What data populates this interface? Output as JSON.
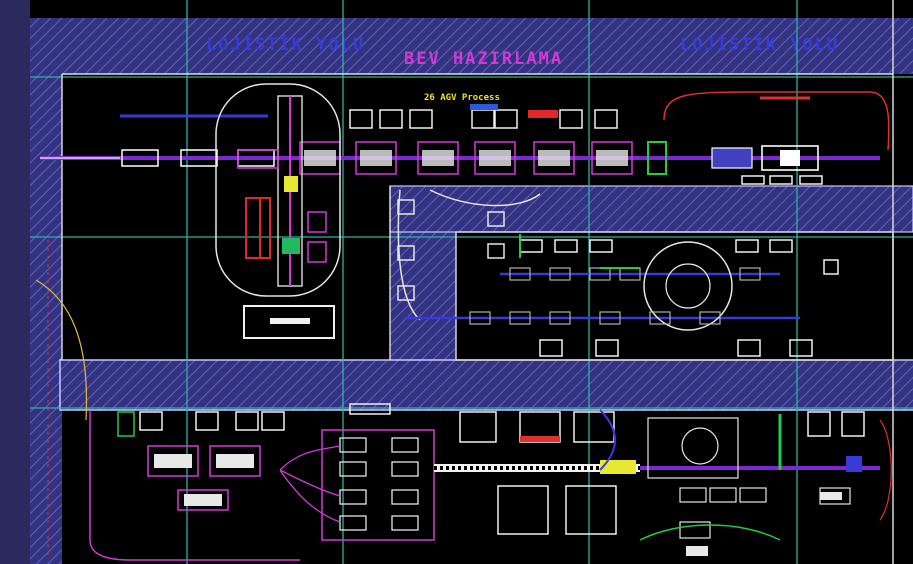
{
  "labels": {
    "logistics_left": "LOJİSTİK YOLU",
    "section_title": "BEV HAZIRLAMA",
    "logistics_right": "LOJİSTİK YOLU",
    "agv_note": "26 AGV Process"
  },
  "colors": {
    "background": "#000000",
    "frame": "#2a2a5e",
    "road_fill": "#34348a",
    "hatch": "#5b5bd0",
    "grid_line": "#2fb3a5",
    "label_blue": "#3a3ad8",
    "label_magenta": "#d23ad2",
    "agv_yellow": "#f2e21a"
  }
}
